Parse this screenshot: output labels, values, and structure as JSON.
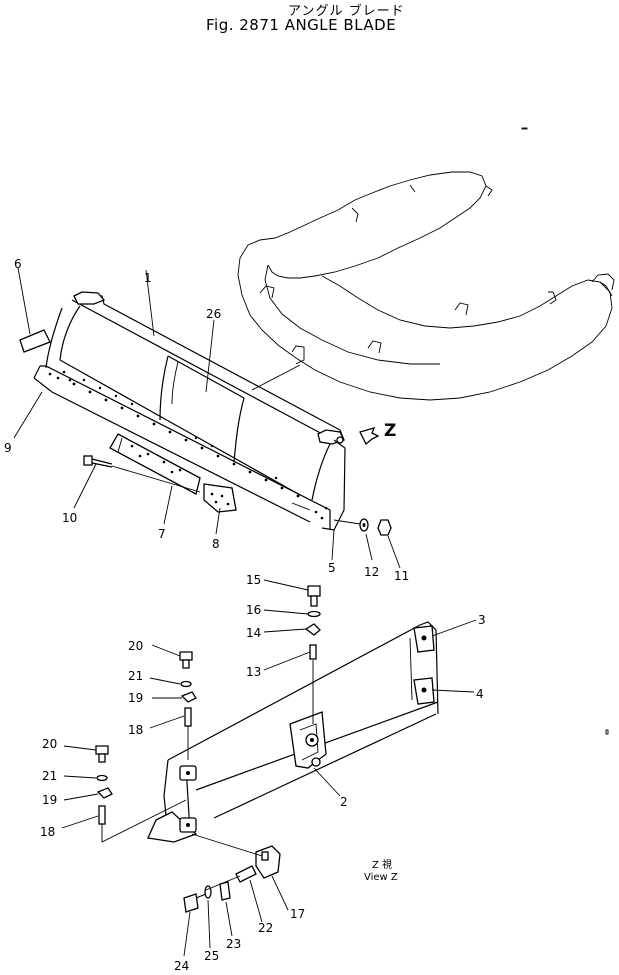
{
  "header": {
    "jp_title": "アングル ブレード",
    "fig_title": "Fig. 2871  ANGLE BLADE"
  },
  "view": {
    "direction_letter": "Z",
    "caption_jp": "Z 視",
    "caption_en": "View  Z"
  },
  "callouts": {
    "c1": "1",
    "c2": "2",
    "c3": "3",
    "c4": "4",
    "c5": "5",
    "c6": "6",
    "c7": "7",
    "c8": "8",
    "c9": "9",
    "c10": "10",
    "c11": "11",
    "c12": "12",
    "c13": "13",
    "c14": "14",
    "c15": "15",
    "c16": "16",
    "c17": "17",
    "c18a": "18",
    "c18b": "18",
    "c19a": "19",
    "c19b": "19",
    "c20a": "20",
    "c20b": "20",
    "c21a": "21",
    "c21b": "21",
    "c22": "22",
    "c23": "23",
    "c24": "24",
    "c25": "25",
    "c26": "26"
  }
}
